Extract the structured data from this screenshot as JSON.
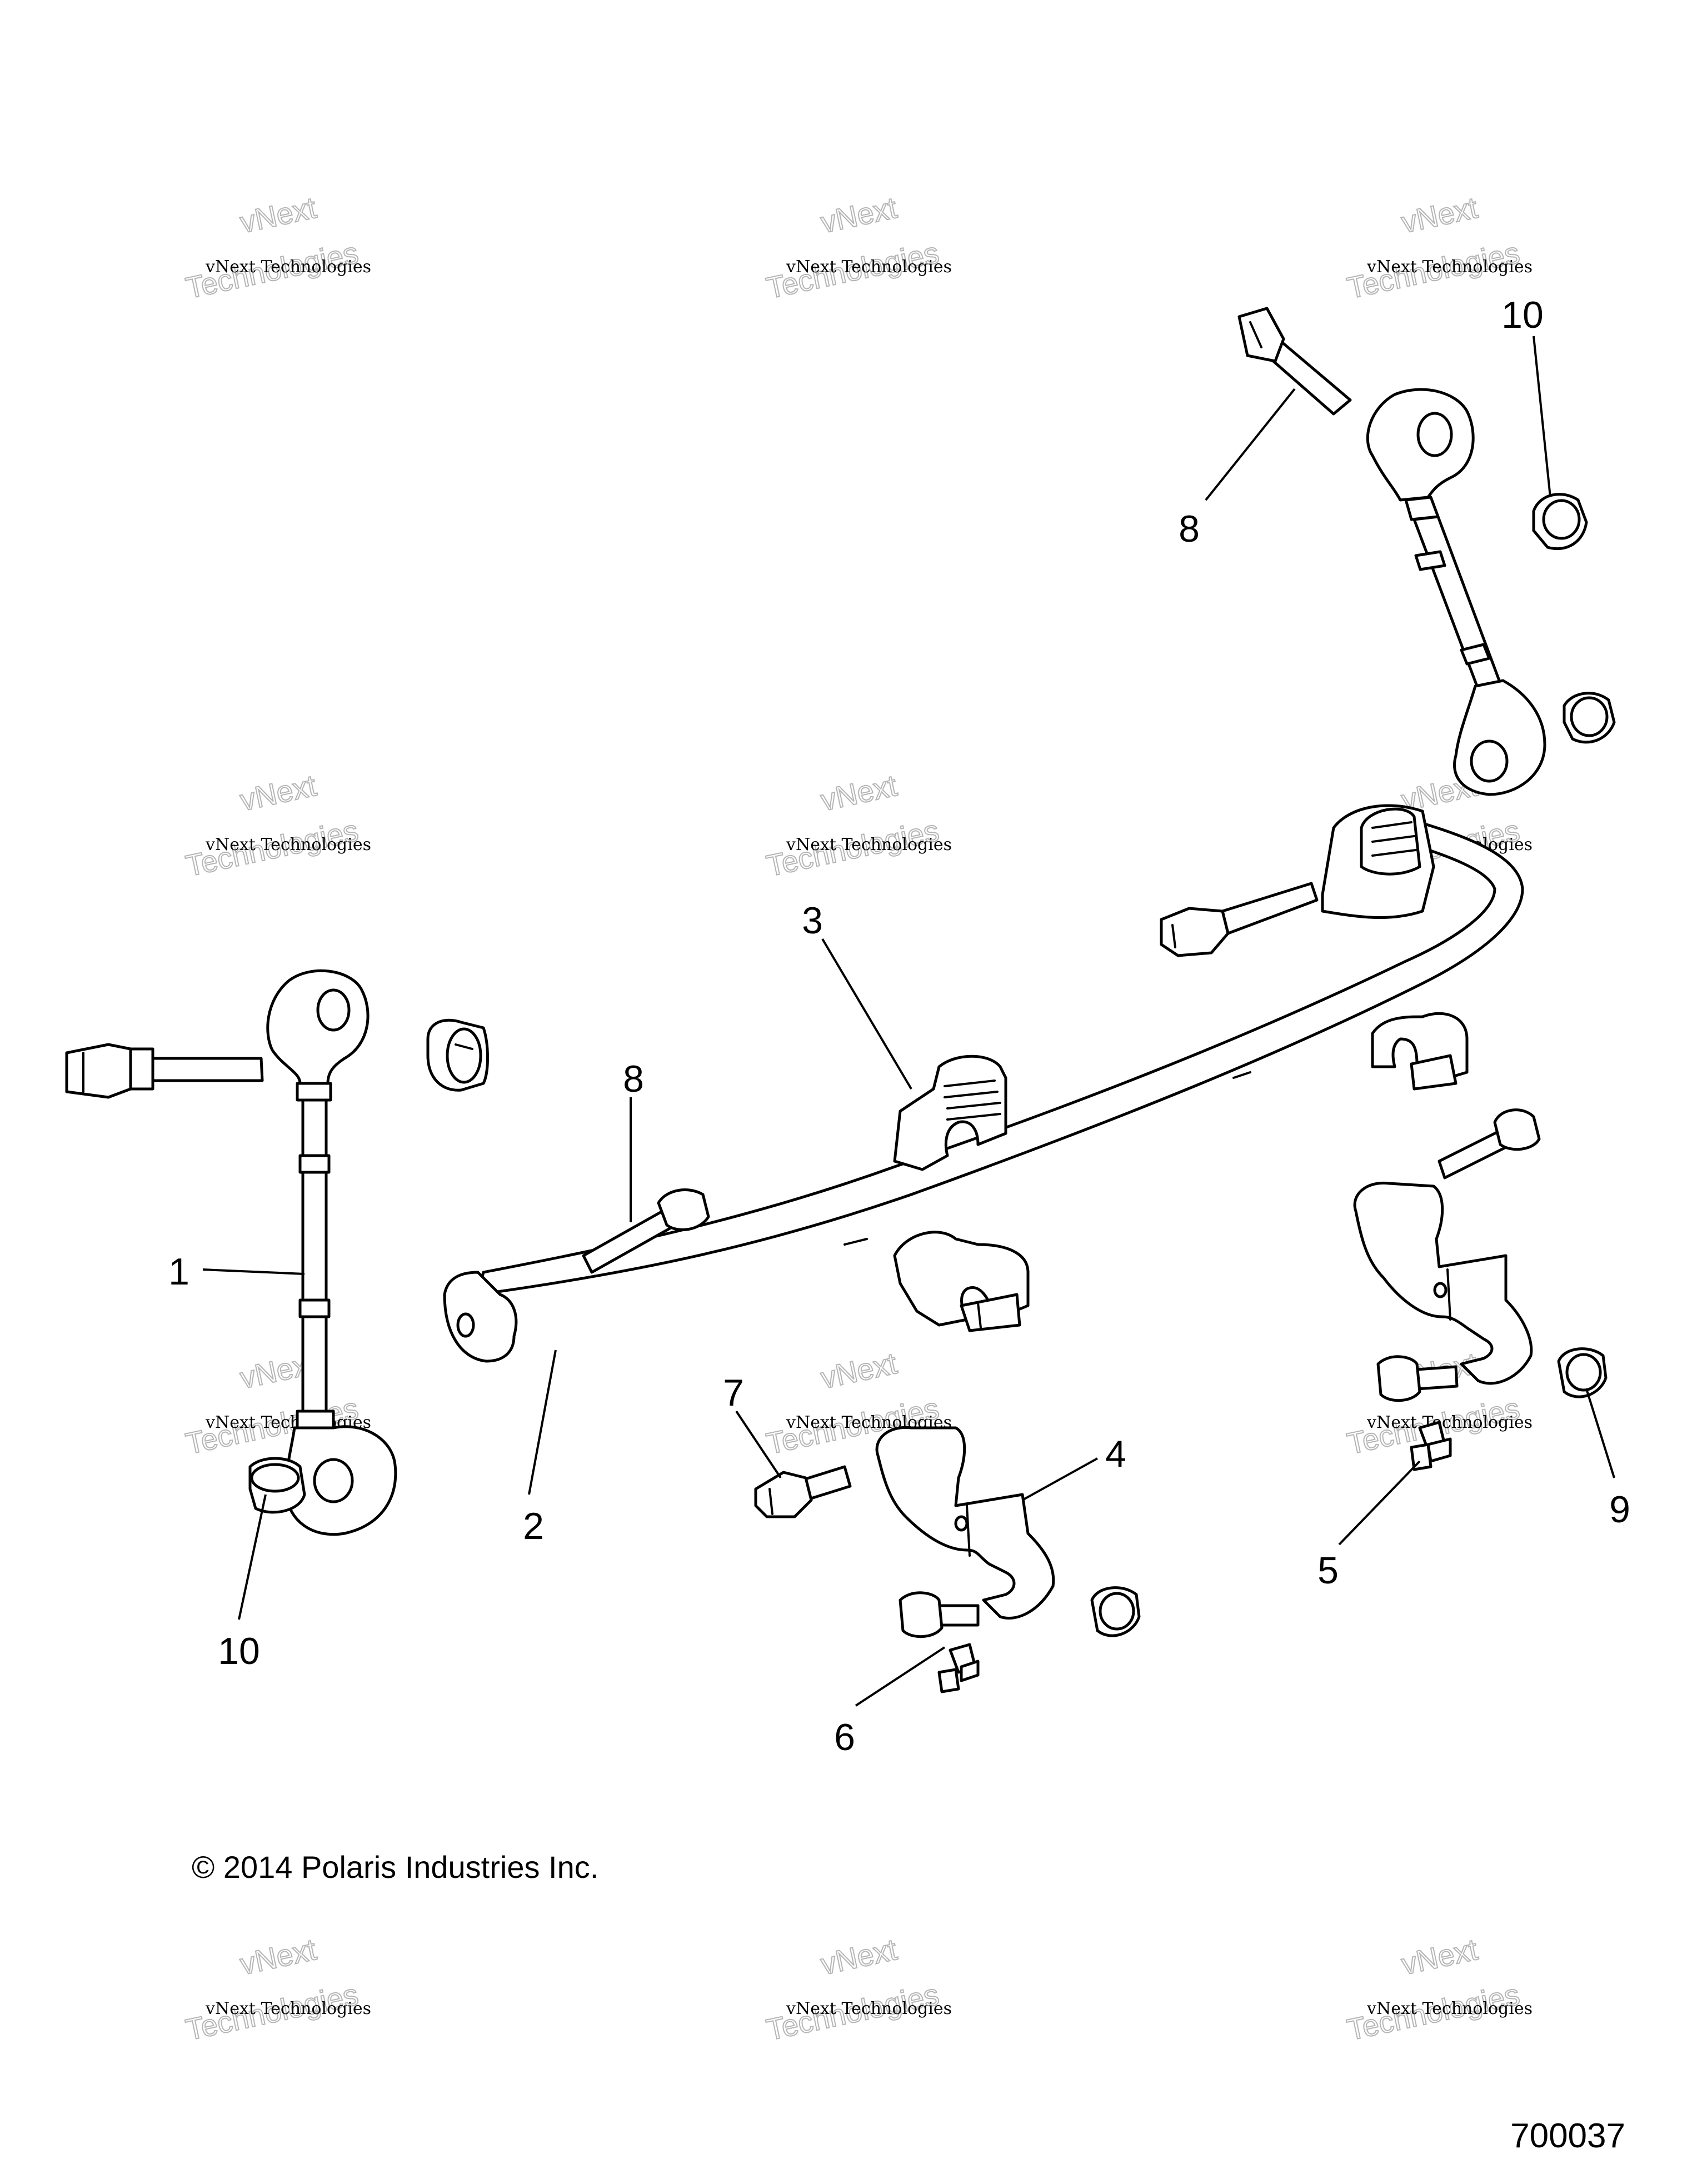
{
  "callouts": {
    "c1": "1",
    "c2": "2",
    "c3": "3",
    "c4": "4",
    "c5": "5",
    "c6": "6",
    "c7": "7",
    "c8a": "8",
    "c8b": "8",
    "c9": "9",
    "c10a": "10",
    "c10b": "10"
  },
  "watermark": {
    "brand_line": "vNext Technologies",
    "word1": "vNext",
    "word2": "Technologies"
  },
  "copyright": "© 2014 Polaris Industries Inc.",
  "diagram_number": "700037"
}
